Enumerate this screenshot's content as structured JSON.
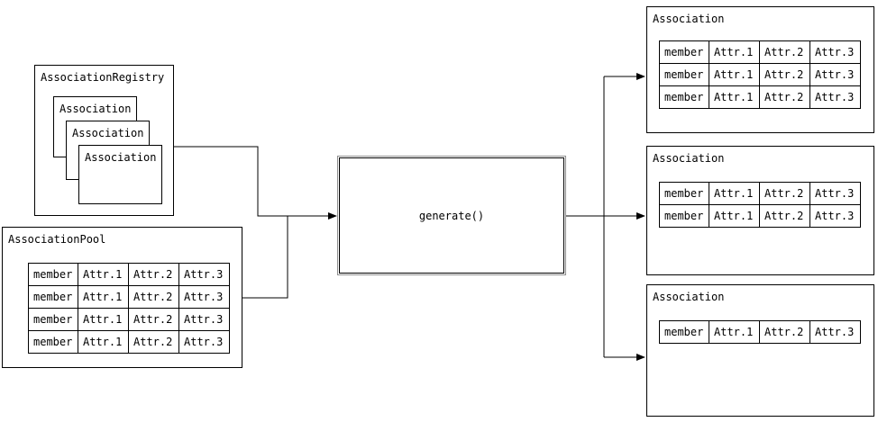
{
  "diagram": {
    "colors": {
      "background": "#ffffff",
      "line": "#000000",
      "text": "#000000",
      "process_border_outer": "#8f8f8f"
    },
    "registry": {
      "title": "AssociationRegistry",
      "stack": [
        "Association",
        "Association",
        "Association"
      ]
    },
    "pool": {
      "title": "AssociationPool",
      "rows": [
        [
          "member",
          "Attr.1",
          "Attr.2",
          "Attr.3"
        ],
        [
          "member",
          "Attr.1",
          "Attr.2",
          "Attr.3"
        ],
        [
          "member",
          "Attr.1",
          "Attr.2",
          "Attr.3"
        ],
        [
          "member",
          "Attr.1",
          "Attr.2",
          "Attr.3"
        ]
      ]
    },
    "process": {
      "label": "generate()"
    },
    "outputs": [
      {
        "title": "Association",
        "rows": [
          [
            "member",
            "Attr.1",
            "Attr.2",
            "Attr.3"
          ],
          [
            "member",
            "Attr.1",
            "Attr.2",
            "Attr.3"
          ],
          [
            "member",
            "Attr.1",
            "Attr.2",
            "Attr.3"
          ]
        ]
      },
      {
        "title": "Association",
        "rows": [
          [
            "member",
            "Attr.1",
            "Attr.2",
            "Attr.3"
          ],
          [
            "member",
            "Attr.1",
            "Attr.2",
            "Attr.3"
          ]
        ]
      },
      {
        "title": "Association",
        "rows": [
          [
            "member",
            "Attr.1",
            "Attr.2",
            "Attr.3"
          ]
        ]
      }
    ]
  }
}
